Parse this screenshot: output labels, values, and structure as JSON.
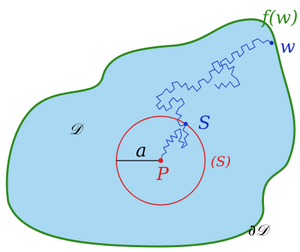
{
  "labels": {
    "boundary_function": "f(w)",
    "point_w": "w",
    "point_s": "S",
    "domain": "𝒟",
    "radius": "a",
    "sphere": "(S)",
    "center": "P",
    "boundary": "∂𝒟"
  },
  "colors": {
    "domain_fill": "#a8d8f2",
    "domain_outline": "#2f8a1e",
    "circle": "#e01e1e",
    "center_point": "#e01e1e",
    "walk": "#1a2fc8",
    "walk_points": "#1a2fc8",
    "label_green": "#2f8a1e",
    "label_blue": "#1a2fc8",
    "label_red": "#e01e1e",
    "label_black": "#000000"
  }
}
